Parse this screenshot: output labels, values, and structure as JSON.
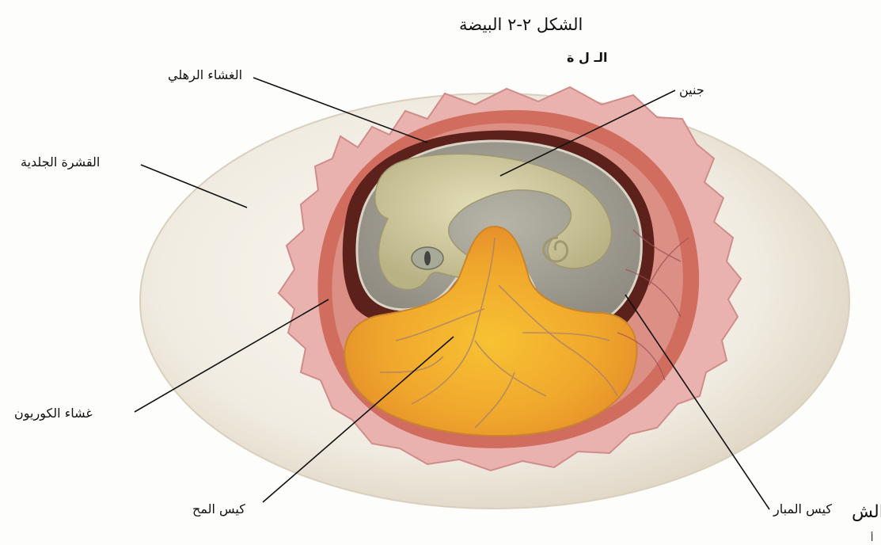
{
  "figure": {
    "title": "الشكل ٢-٢ البيضة",
    "subtitle": "الـ ل ة"
  },
  "labels": {
    "amnion": "الغشاء الرهلي",
    "embryo": "جنين",
    "shell_membrane": "القشرة الجلدية",
    "chorion": "غشاء الكوريون",
    "yolk_sac": "كيس المح",
    "allantois": "كيس المبار"
  },
  "page_edge": {
    "cropped_word": "الش",
    "cropped_letter": "أ"
  },
  "colors": {
    "shell": "#eee6d8",
    "membrane_pink": "#e3a3a0",
    "chorion_red": "#c55a4f",
    "amnion_dark": "#6b2620",
    "embryo": "#d6d0a4",
    "yolk": "#f2b23a",
    "vein": "#a87a6a"
  }
}
